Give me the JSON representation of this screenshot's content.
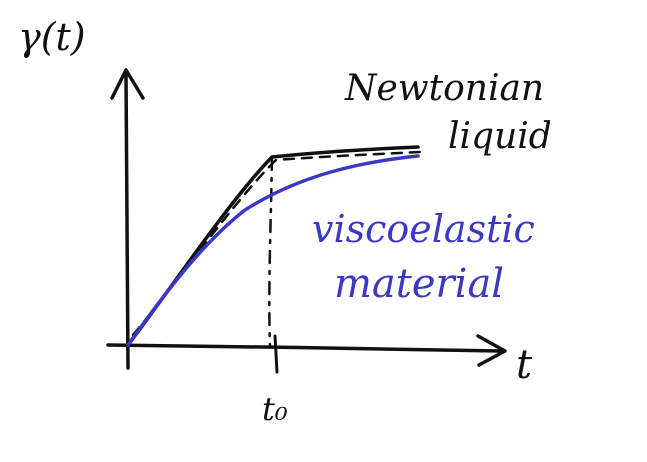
{
  "labels": {
    "y_axis": "γ(t)",
    "x_axis": "t",
    "x_mark": "t₀",
    "newtonian_line1": "Newtonian",
    "newtonian_line2": "liquid",
    "viscoelastic_line1": "viscoelastic",
    "viscoelastic_line2": "material"
  },
  "colors": {
    "ink": "#111111",
    "viscoelastic": "#3a38c4",
    "background": "#ffffff"
  }
}
